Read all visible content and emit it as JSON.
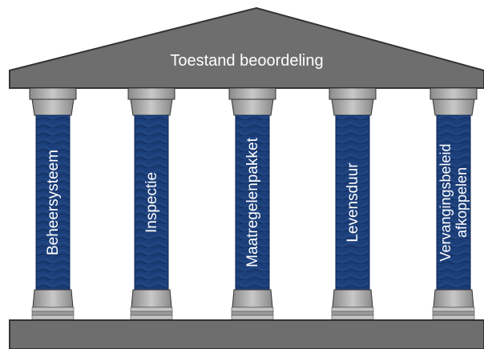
{
  "roof": {
    "title": "Toestand beoordeling"
  },
  "pillars": [
    {
      "lines": [
        "Beheersysteem"
      ]
    },
    {
      "lines": [
        "Inspectie"
      ]
    },
    {
      "lines": [
        "Maatregelenpakket"
      ]
    },
    {
      "lines": [
        "Levensduur"
      ]
    },
    {
      "lines": [
        "Vervangingsbeleid",
        "afkoppelen"
      ]
    }
  ],
  "colors": {
    "stone": "#6e6e6e",
    "stone_dark": "#3d3d3d",
    "capital": "#9a9a9a",
    "capital_light": "#c4c4c4",
    "column_fill": "#1c3f7a",
    "column_dark": "#0f2552",
    "text": "#ffffff"
  }
}
